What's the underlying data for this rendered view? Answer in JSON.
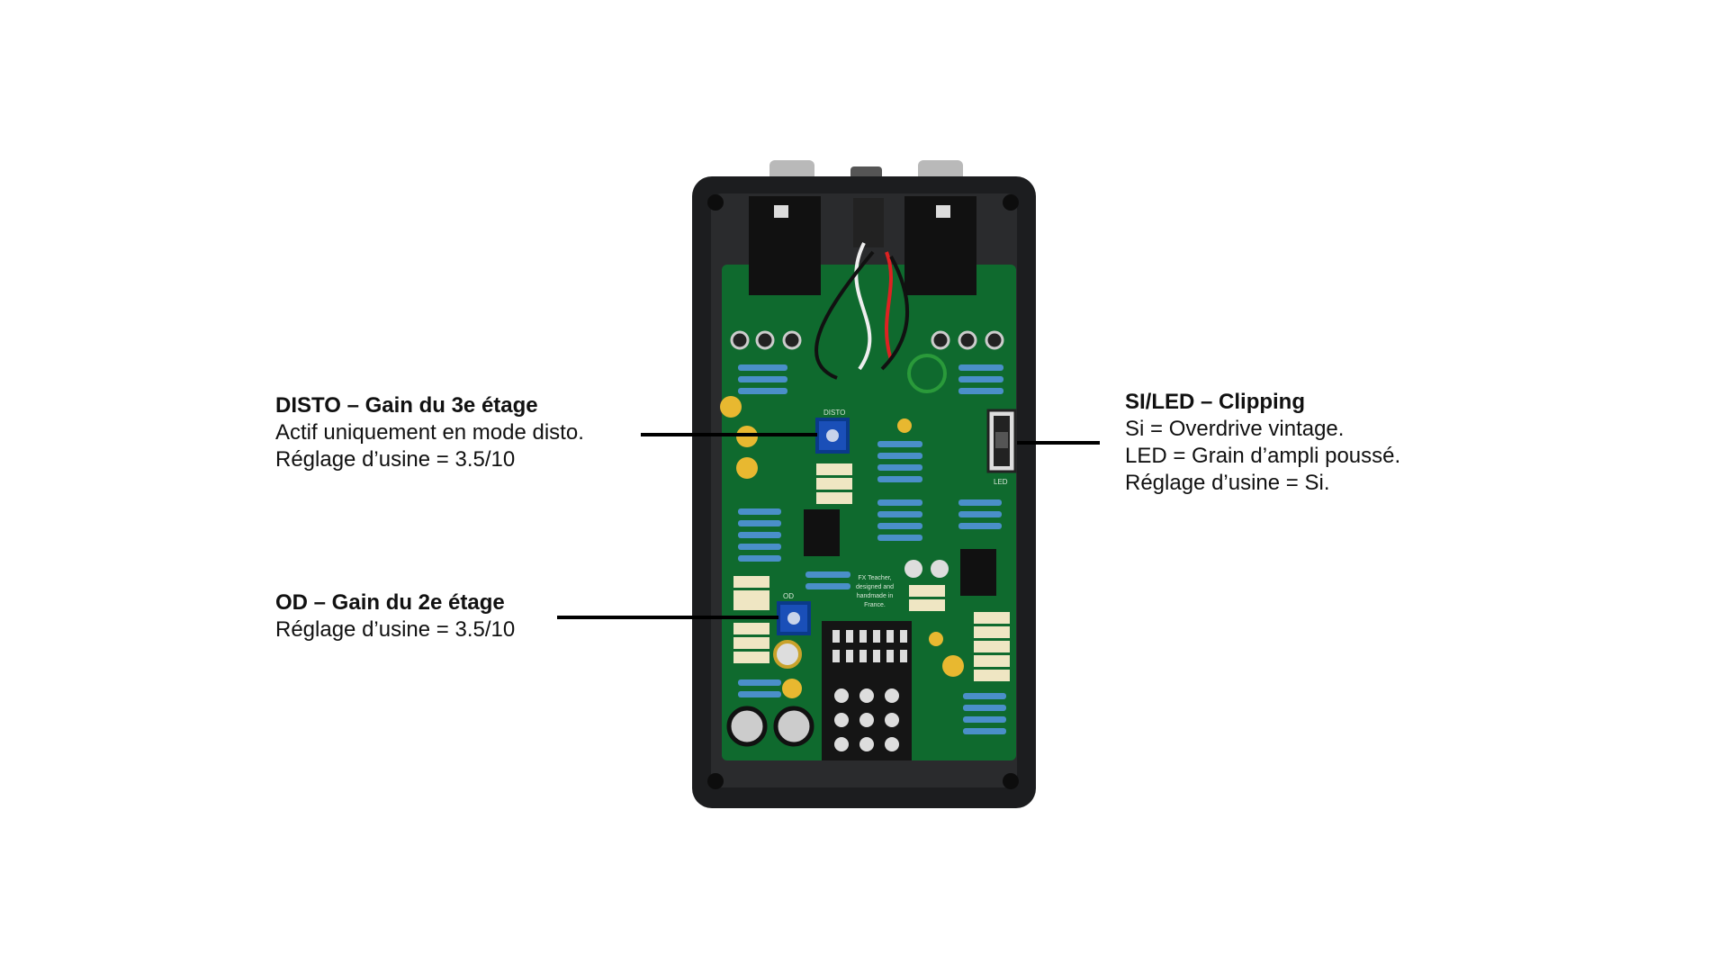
{
  "annotations": {
    "disto": {
      "title": "DISTO – Gain du 3e étage",
      "lines": [
        "Actif uniquement en mode disto.",
        "Réglage d’usine = 3.5/10"
      ]
    },
    "od": {
      "title": "OD – Gain du 2e étage",
      "lines": [
        "Réglage d’usine = 3.5/10"
      ]
    },
    "clipping": {
      "title": "SI/LED – Clipping",
      "lines": [
        "Si = Overdrive vintage.",
        "LED = Grain d’ampli poussé.",
        "Réglage d’usine = Si."
      ]
    }
  },
  "pcb_silkscreen": {
    "disto": "DISTO",
    "od": "OD",
    "led": "LED",
    "credit": [
      "FX Teacher,",
      "designed and",
      "handmade in",
      "France."
    ]
  },
  "colors": {
    "pcb": "#0f6a2e",
    "enclosure": "#1c1d1f",
    "pot": "#1a4fb8",
    "highlight": "#0a3a8a"
  }
}
